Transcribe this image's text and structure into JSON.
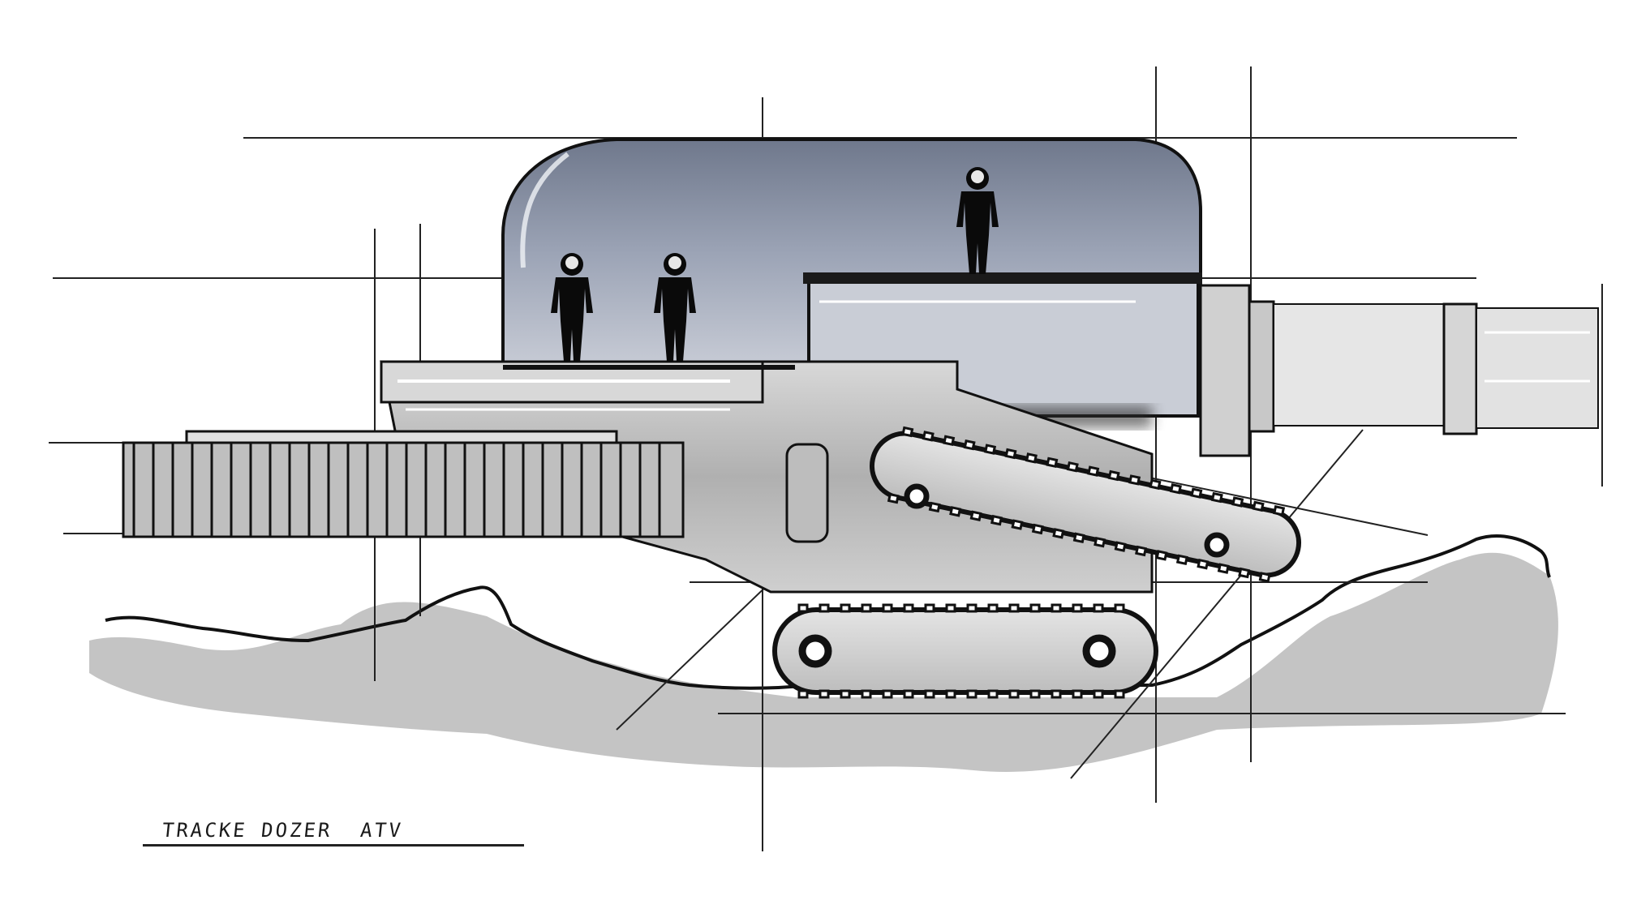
{
  "caption": {
    "title": "TRACKE DOZER  ATV"
  },
  "colors": {
    "background": "#ffffff",
    "ink": "#111111",
    "ground_shadow": "#c4c4c4",
    "dome_glass": "#8a93a8",
    "body_grey": "#bcbcbc",
    "figure": "#0a0a0a"
  },
  "icons": [
    "astronaut-figure",
    "track-wheel",
    "ground-terrain"
  ]
}
